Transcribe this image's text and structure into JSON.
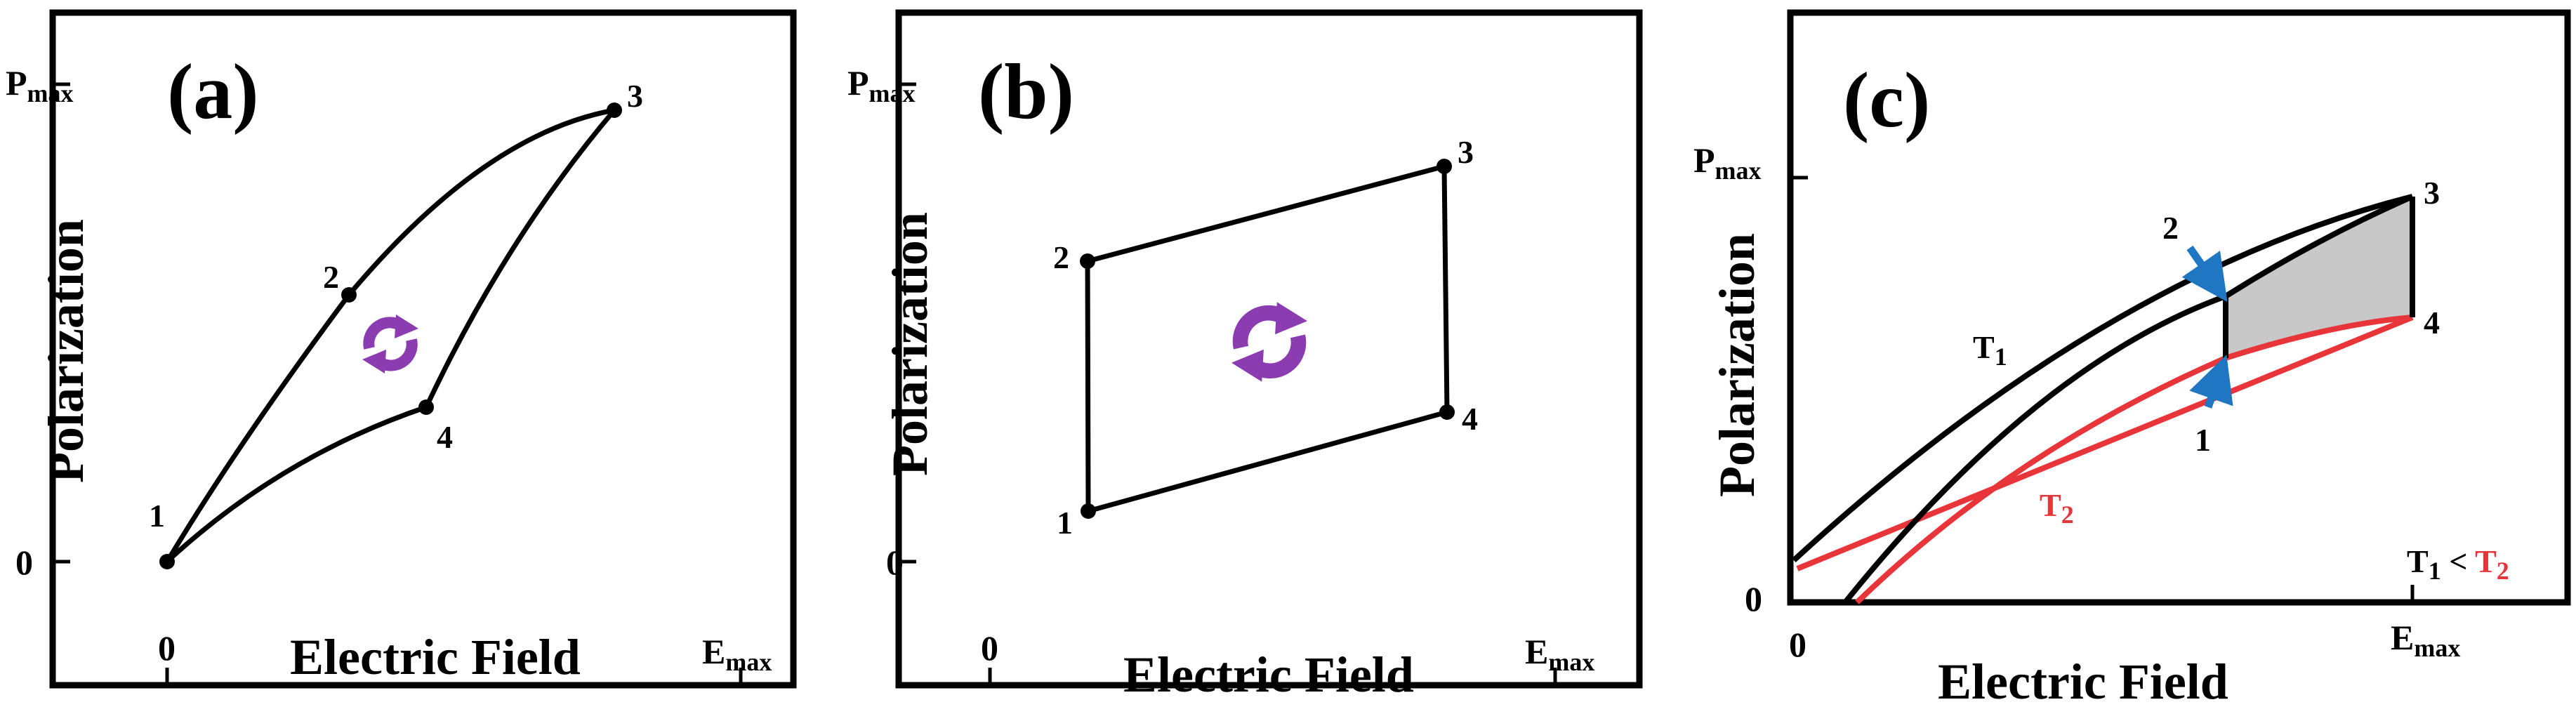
{
  "colors": {
    "cycle_icon": "#8a3cb0",
    "t2": "#e8353a",
    "arrow": "#1f77c4",
    "shade": "#c8c8c8"
  },
  "panels": [
    {
      "label": "(a)",
      "xlabel": "Electric Field",
      "ylabel": "Polarization",
      "ytick_max": "P",
      "ytick_max_sub": "max",
      "ytick_zero": "0",
      "xtick_zero": "0",
      "xtick_max": "E",
      "xtick_max_sub": "max",
      "points": [
        "1",
        "2",
        "3",
        "4"
      ]
    },
    {
      "label": "(b)",
      "xlabel": "Electric Field",
      "ylabel": "Polarization",
      "ytick_max": "P",
      "ytick_max_sub": "max",
      "ytick_zero": "0",
      "xtick_zero": "0",
      "xtick_max": "E",
      "xtick_max_sub": "max",
      "points": [
        "1",
        "2",
        "3",
        "4"
      ]
    },
    {
      "label": "(c)",
      "xlabel": "Electric Field",
      "ylabel": "Polarization",
      "ytick_max": "P",
      "ytick_max_sub": "max",
      "ytick_zero": "0",
      "xtick_zero": "0",
      "xtick_max": "E",
      "xtick_max_sub": "max",
      "points": [
        "1",
        "2",
        "3",
        "4"
      ],
      "t1": "T",
      "t1_sub": "1",
      "t2": "T",
      "t2_sub": "2",
      "relation_lhs": "T",
      "relation_lhs_sub": "1",
      "relation_op": " < ",
      "relation_rhs": "T",
      "relation_rhs_sub": "2"
    }
  ]
}
